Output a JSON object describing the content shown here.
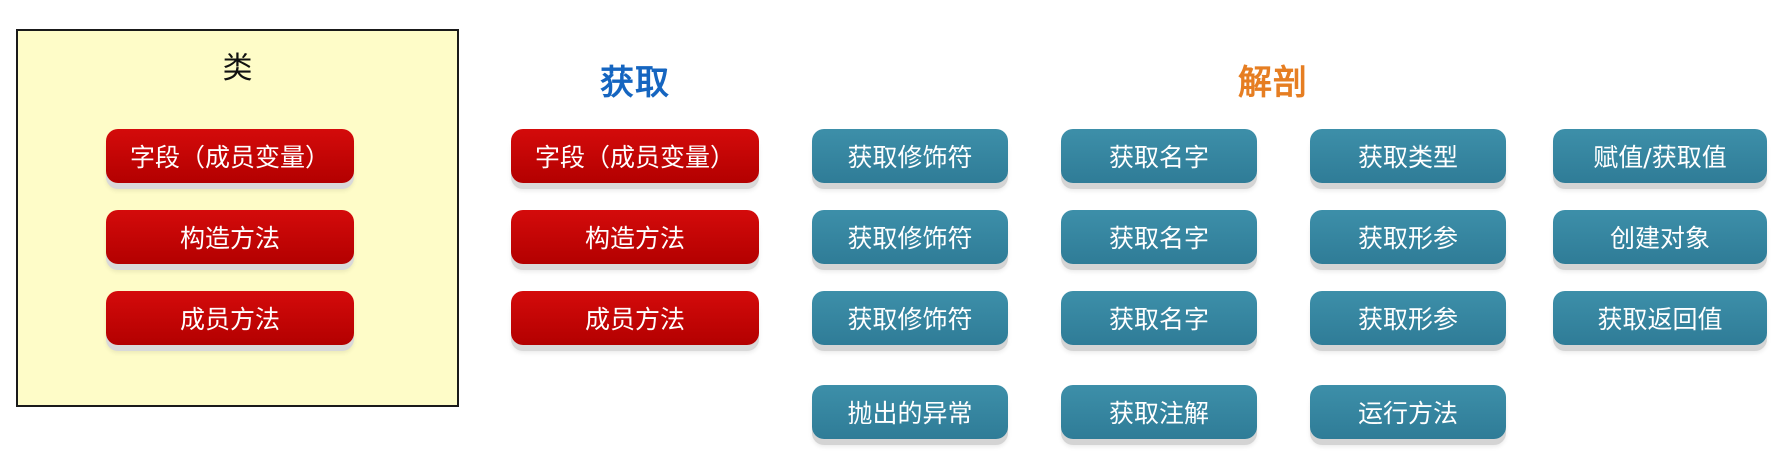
{
  "class_box": {
    "title": "类",
    "items": [
      "字段（成员变量）",
      "构造方法",
      "成员方法"
    ]
  },
  "obtain": {
    "heading": "获取",
    "items": [
      "字段（成员变量）",
      "构造方法",
      "成员方法"
    ]
  },
  "dissect": {
    "heading": "解剖",
    "field_row": [
      "获取修饰符",
      "获取名字",
      "获取类型",
      "赋值/获取值"
    ],
    "constructor_row": [
      "获取修饰符",
      "获取名字",
      "获取形参",
      "创建对象"
    ],
    "method_row": [
      "获取修饰符",
      "获取名字",
      "获取形参",
      "获取返回值"
    ],
    "method_extra_row": [
      "抛出的异常",
      "获取注解",
      "运行方法"
    ]
  },
  "colors": {
    "class_bg": "#fefcc8",
    "red_button": "#c00000",
    "teal_button": "#337f99",
    "obtain_heading": "#1565c0",
    "dissect_heading": "#e67e22"
  }
}
